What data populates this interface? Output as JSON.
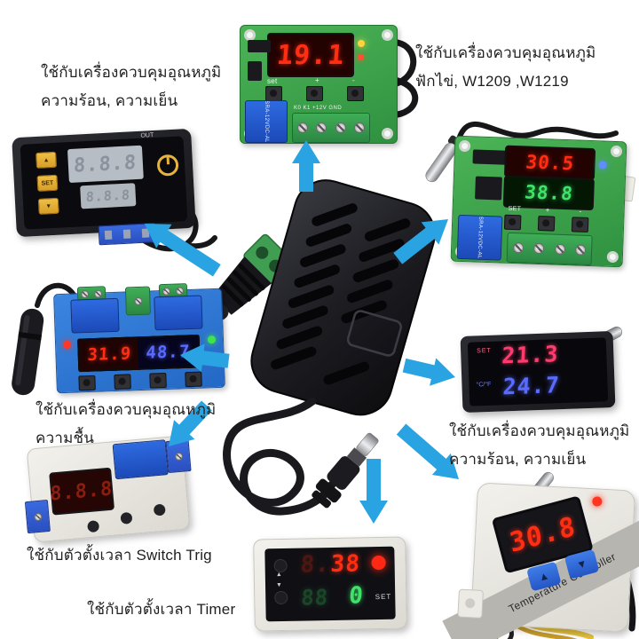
{
  "image": {
    "background": "#ffffff",
    "arrow_color": "#2aa3e2",
    "description": "DC power adapter compatibility diagram with eight controller modules"
  },
  "captions": {
    "top_left_line1": "ใช้กับเครื่องควบคุมอุณหภูมิ",
    "top_left_line2": "ความร้อน,  ความเย็น",
    "top_right_line1": "ใช้กับเครื่องควบคุมอุณหภูมิ",
    "top_right_line2": "ฟักไข่,  W1209  ,W1219",
    "mid_left_line1": "ใช้กับเครื่องควบคุมอุณหภูมิ",
    "mid_left_line2": "ความชื้น",
    "bottom_left": "ใช้กับตัวตั้งเวลา   Switch Trig",
    "bottom_center": "ใช้กับตัวตั้งเวลา   Timer",
    "right_line1": "ใช้กับเครื่องควบคุมอุณหภูมิ",
    "right_line2": "ความร้อน,  ความเย็น"
  },
  "devices": {
    "w1209": {
      "display": "19.1",
      "btn_set": "set",
      "btn_plus": "+",
      "btn_minus": "-",
      "relay": "SRA-12VDC-AL",
      "terminals": "K0  K1  +12V  GND"
    },
    "w3230": {
      "pv": "8.8.8",
      "sv": "8.8.8",
      "out": "OUT",
      "btn_up": "▲",
      "btn_set": "SET",
      "btn_down": "▼"
    },
    "w1219": {
      "display_red": "30.5",
      "display_green": "38.8",
      "btn_set": "SET",
      "btn_plus": "+",
      "btn_minus": "-",
      "relay": "SRA-12VDC-AL"
    },
    "panel_meter": {
      "set_label": "SET",
      "unit_label": "°C/°F",
      "display_set": "21.3",
      "display_temp": "24.7"
    },
    "humidity": {
      "display_temp": "31.9",
      "display_rh": "48.7"
    },
    "timer_box": {
      "display": "8.8.8"
    },
    "timer_panel": {
      "ghost_top": "8.",
      "display_top": "38",
      "ghost_bottom": "88",
      "display_bottom": "0",
      "set_label": "SET"
    },
    "w3001": {
      "display": "30.8",
      "label": "Temperature Controller"
    }
  }
}
